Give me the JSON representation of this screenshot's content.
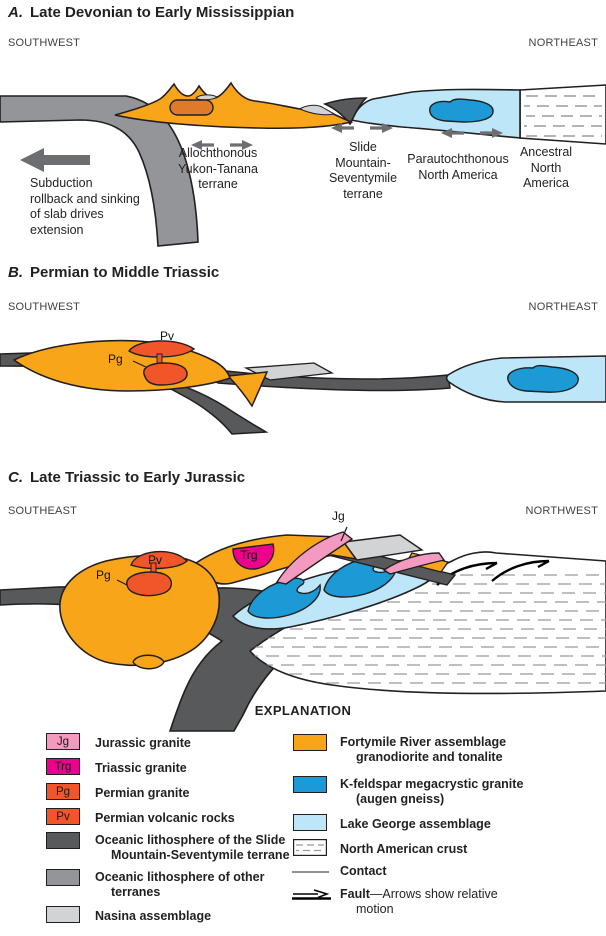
{
  "panels": {
    "a": {
      "letter": "A.",
      "title": "Late Devonian to Early Mississippian",
      "left_direction": "SOUTHWEST",
      "right_direction": "NORTHEAST",
      "labels": {
        "subduction_note": "Subduction\nrollback and sinking\nof slab drives\nextension",
        "yukon_tanana": "Allochthonous\nYukon-Tanana\nterrane",
        "slide_mountain": "Slide\nMountain-\nSeventymile\nterrane",
        "parautochthonous": "Parautochthonous\nNorth America",
        "ancestral": "Ancestral\nNorth\nAmerica"
      }
    },
    "b": {
      "letter": "B.",
      "title": "Permian to Middle Triassic",
      "left_direction": "SOUTHWEST",
      "right_direction": "NORTHEAST",
      "labels": {
        "pv": "Pv",
        "pg": "Pg"
      }
    },
    "c": {
      "letter": "C.",
      "title": "Late Triassic to Early Jurassic",
      "left_direction": "SOUTHEAST",
      "right_direction": "NORTHWEST",
      "labels": {
        "pv": "Pv",
        "pg": "Pg",
        "trg": "Trg",
        "jg": "Jg"
      }
    }
  },
  "explanation": {
    "heading": "EXPLANATION",
    "left_items": [
      {
        "symbol": "Jg",
        "color": "#F49AC1",
        "label": "Jurassic granite"
      },
      {
        "symbol": "Trg",
        "color": "#EC008C",
        "label": "Triassic granite"
      },
      {
        "symbol": "Pg",
        "color": "#F1552A",
        "label": "Permian granite"
      },
      {
        "symbol": "Pv",
        "color": "#F1552A",
        "label": "Permian volcanic rocks"
      },
      {
        "color": "#58595B",
        "label": "Oceanic lithosphere of the Slide Mountain-Seventymile terrane"
      },
      {
        "color": "#939598",
        "label": "Oceanic lithosphere of other terranes"
      },
      {
        "color": "#D1D3D4",
        "label": "Nasina assemblage"
      }
    ],
    "right_items": [
      {
        "color": "#F9A51A",
        "label": "Fortymile River assemblage granodiorite and tonalite"
      },
      {
        "color": "#1C9AD6",
        "label": "K-feldspar megacrystic granite (augen gneiss)"
      },
      {
        "color": "#BDE7F8",
        "label": "Lake George assemblage"
      },
      {
        "type": "crust",
        "label": "North American crust"
      },
      {
        "type": "contact",
        "label": "Contact"
      },
      {
        "type": "fault",
        "label_bold": "Fault",
        "label_rest": "—Arrows show relative motion"
      }
    ]
  },
  "colors": {
    "gold": "#F9A51A",
    "dark_orange_blob": "#DE7A28",
    "red_orange": "#F1552A",
    "pink": "#F49AC1",
    "magenta": "#EC008C",
    "dark_gray": "#58595B",
    "medium_gray": "#939598",
    "light_gray": "#D1D3D4",
    "light_blue": "#BDE7F8",
    "blue": "#1C9AD6",
    "arrow_gray": "#6D6E71",
    "outline": "#231F20"
  }
}
